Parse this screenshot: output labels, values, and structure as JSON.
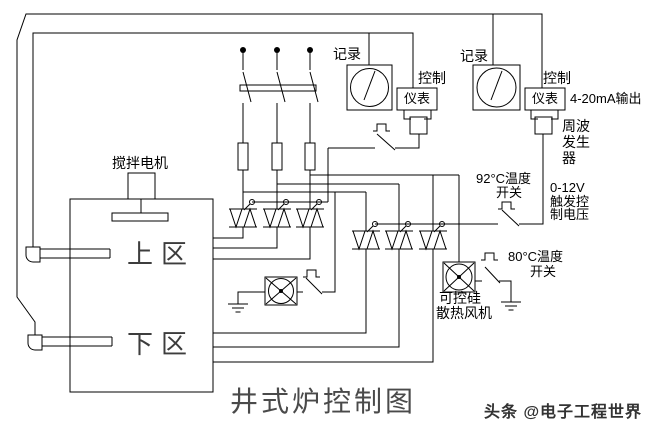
{
  "diagram_title": "井式炉控制图",
  "watermark": "头条 @电子工程世界",
  "furnace": {
    "stir_motor": "搅拌电机",
    "upper_zone": "上区",
    "lower_zone": "下区"
  },
  "chain1": {
    "recorder": "记录",
    "control": "控制",
    "instrument": "仪表"
  },
  "chain2": {
    "recorder": "记录",
    "control": "控制",
    "instrument": "仪表",
    "output_label": "4-20mA输出",
    "generator": [
      "周波",
      "发生",
      "器"
    ],
    "trigger_voltage": [
      "0-12V",
      "触发控",
      "制电压"
    ]
  },
  "temp_switch_92": [
    "92°C温度",
    "开关"
  ],
  "temp_switch_80": [
    "80°C温度",
    "开关"
  ],
  "scr_fan": [
    "可控硅",
    "散热风机"
  ],
  "colors": {
    "line": "#000000",
    "label": "#000000",
    "zone_text": "#3d3d3d",
    "title": "#4a4a4a",
    "watermark": "#333333",
    "background": "#ffffff"
  }
}
